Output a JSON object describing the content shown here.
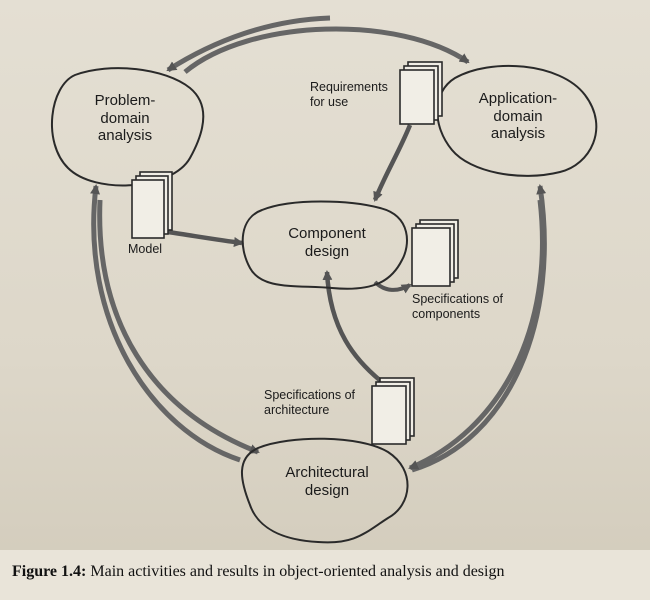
{
  "activities": {
    "problem_domain": "Problem-\ndomain\nanalysis",
    "application_domain": "Application-\ndomain\nanalysis",
    "component_design": "Component\ndesign",
    "architectural_design": "Architectural\ndesign"
  },
  "results": {
    "requirements": "Requirements\nfor use",
    "model": "Model",
    "spec_components": "Specifications of\ncomponents",
    "spec_architecture": "Specifications of\narchitecture"
  },
  "caption": {
    "figure_label": "Figure 1.4:",
    "text": "Main activities and results in object-oriented analysis and design"
  },
  "colors": {
    "ink": "#1b1b1b",
    "arrow": "#555555",
    "document_fill": "#f1eee6",
    "background": "#e4dfd3"
  }
}
